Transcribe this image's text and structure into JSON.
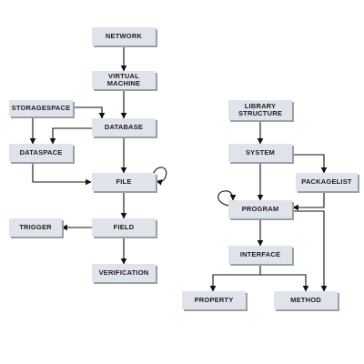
{
  "diagram": {
    "left_chart": {
      "nodes": {
        "network": "NETWORK",
        "virtual_machine": "VIRTUAL\nMACHINE",
        "storagespace": "STORAGESPACE",
        "database": "DATABASE",
        "dataspace": "DATASPACE",
        "file": "FILE",
        "trigger": "TRIGGER",
        "field": "FIELD",
        "verification": "VERIFICATION"
      }
    },
    "right_chart": {
      "nodes": {
        "library_structure": "LIBRARY\nSTRUCTURE",
        "system": "SYSTEM",
        "packagelist": "PACKAGELIST",
        "program": "PROGRAM",
        "interface": "INTERFACE",
        "property": "PROPERTY",
        "method": "METHOD"
      }
    },
    "edges": [
      {
        "from": "network",
        "to": "virtual_machine"
      },
      {
        "from": "virtual_machine",
        "to": "database"
      },
      {
        "from": "storagespace",
        "to": "database"
      },
      {
        "from": "storagespace",
        "to": "dataspace"
      },
      {
        "from": "database",
        "to": "dataspace"
      },
      {
        "from": "database",
        "to": "file"
      },
      {
        "from": "dataspace",
        "to": "file"
      },
      {
        "from": "file",
        "to": "file",
        "self_loop": true
      },
      {
        "from": "file",
        "to": "field"
      },
      {
        "from": "field",
        "to": "trigger"
      },
      {
        "from": "field",
        "to": "verification"
      },
      {
        "from": "library_structure",
        "to": "system"
      },
      {
        "from": "system",
        "to": "packagelist"
      },
      {
        "from": "system",
        "to": "program"
      },
      {
        "from": "packagelist",
        "to": "program"
      },
      {
        "from": "program",
        "to": "program",
        "self_loop": true
      },
      {
        "from": "program",
        "to": "interface"
      },
      {
        "from": "program",
        "to": "method"
      },
      {
        "from": "interface",
        "to": "property"
      },
      {
        "from": "interface",
        "to": "method"
      }
    ]
  }
}
